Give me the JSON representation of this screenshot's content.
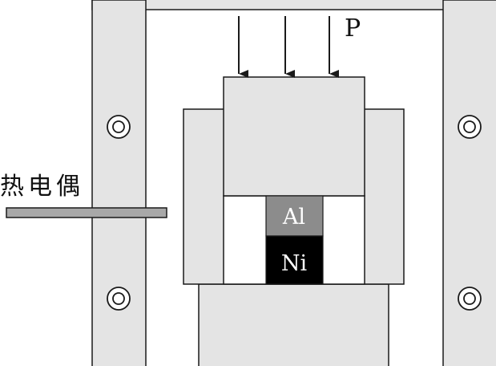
{
  "labels": {
    "pressure": "P",
    "thermocouple": "热电偶",
    "sample_top": "Al",
    "sample_bottom": "Ni"
  },
  "colors": {
    "background": "#ffffff",
    "frame_fill": "#e4e4e4",
    "stroke": "#1a1a1a",
    "sample_top_fill": "#8c8c8c",
    "sample_top_text": "#ffffff",
    "sample_bottom_fill": "#000000",
    "sample_bottom_text": "#ffffff"
  },
  "icons": {
    "frame_bolts": "concentric-circle-bolt-icon",
    "pressure_arrows": "down-arrow-icon"
  }
}
